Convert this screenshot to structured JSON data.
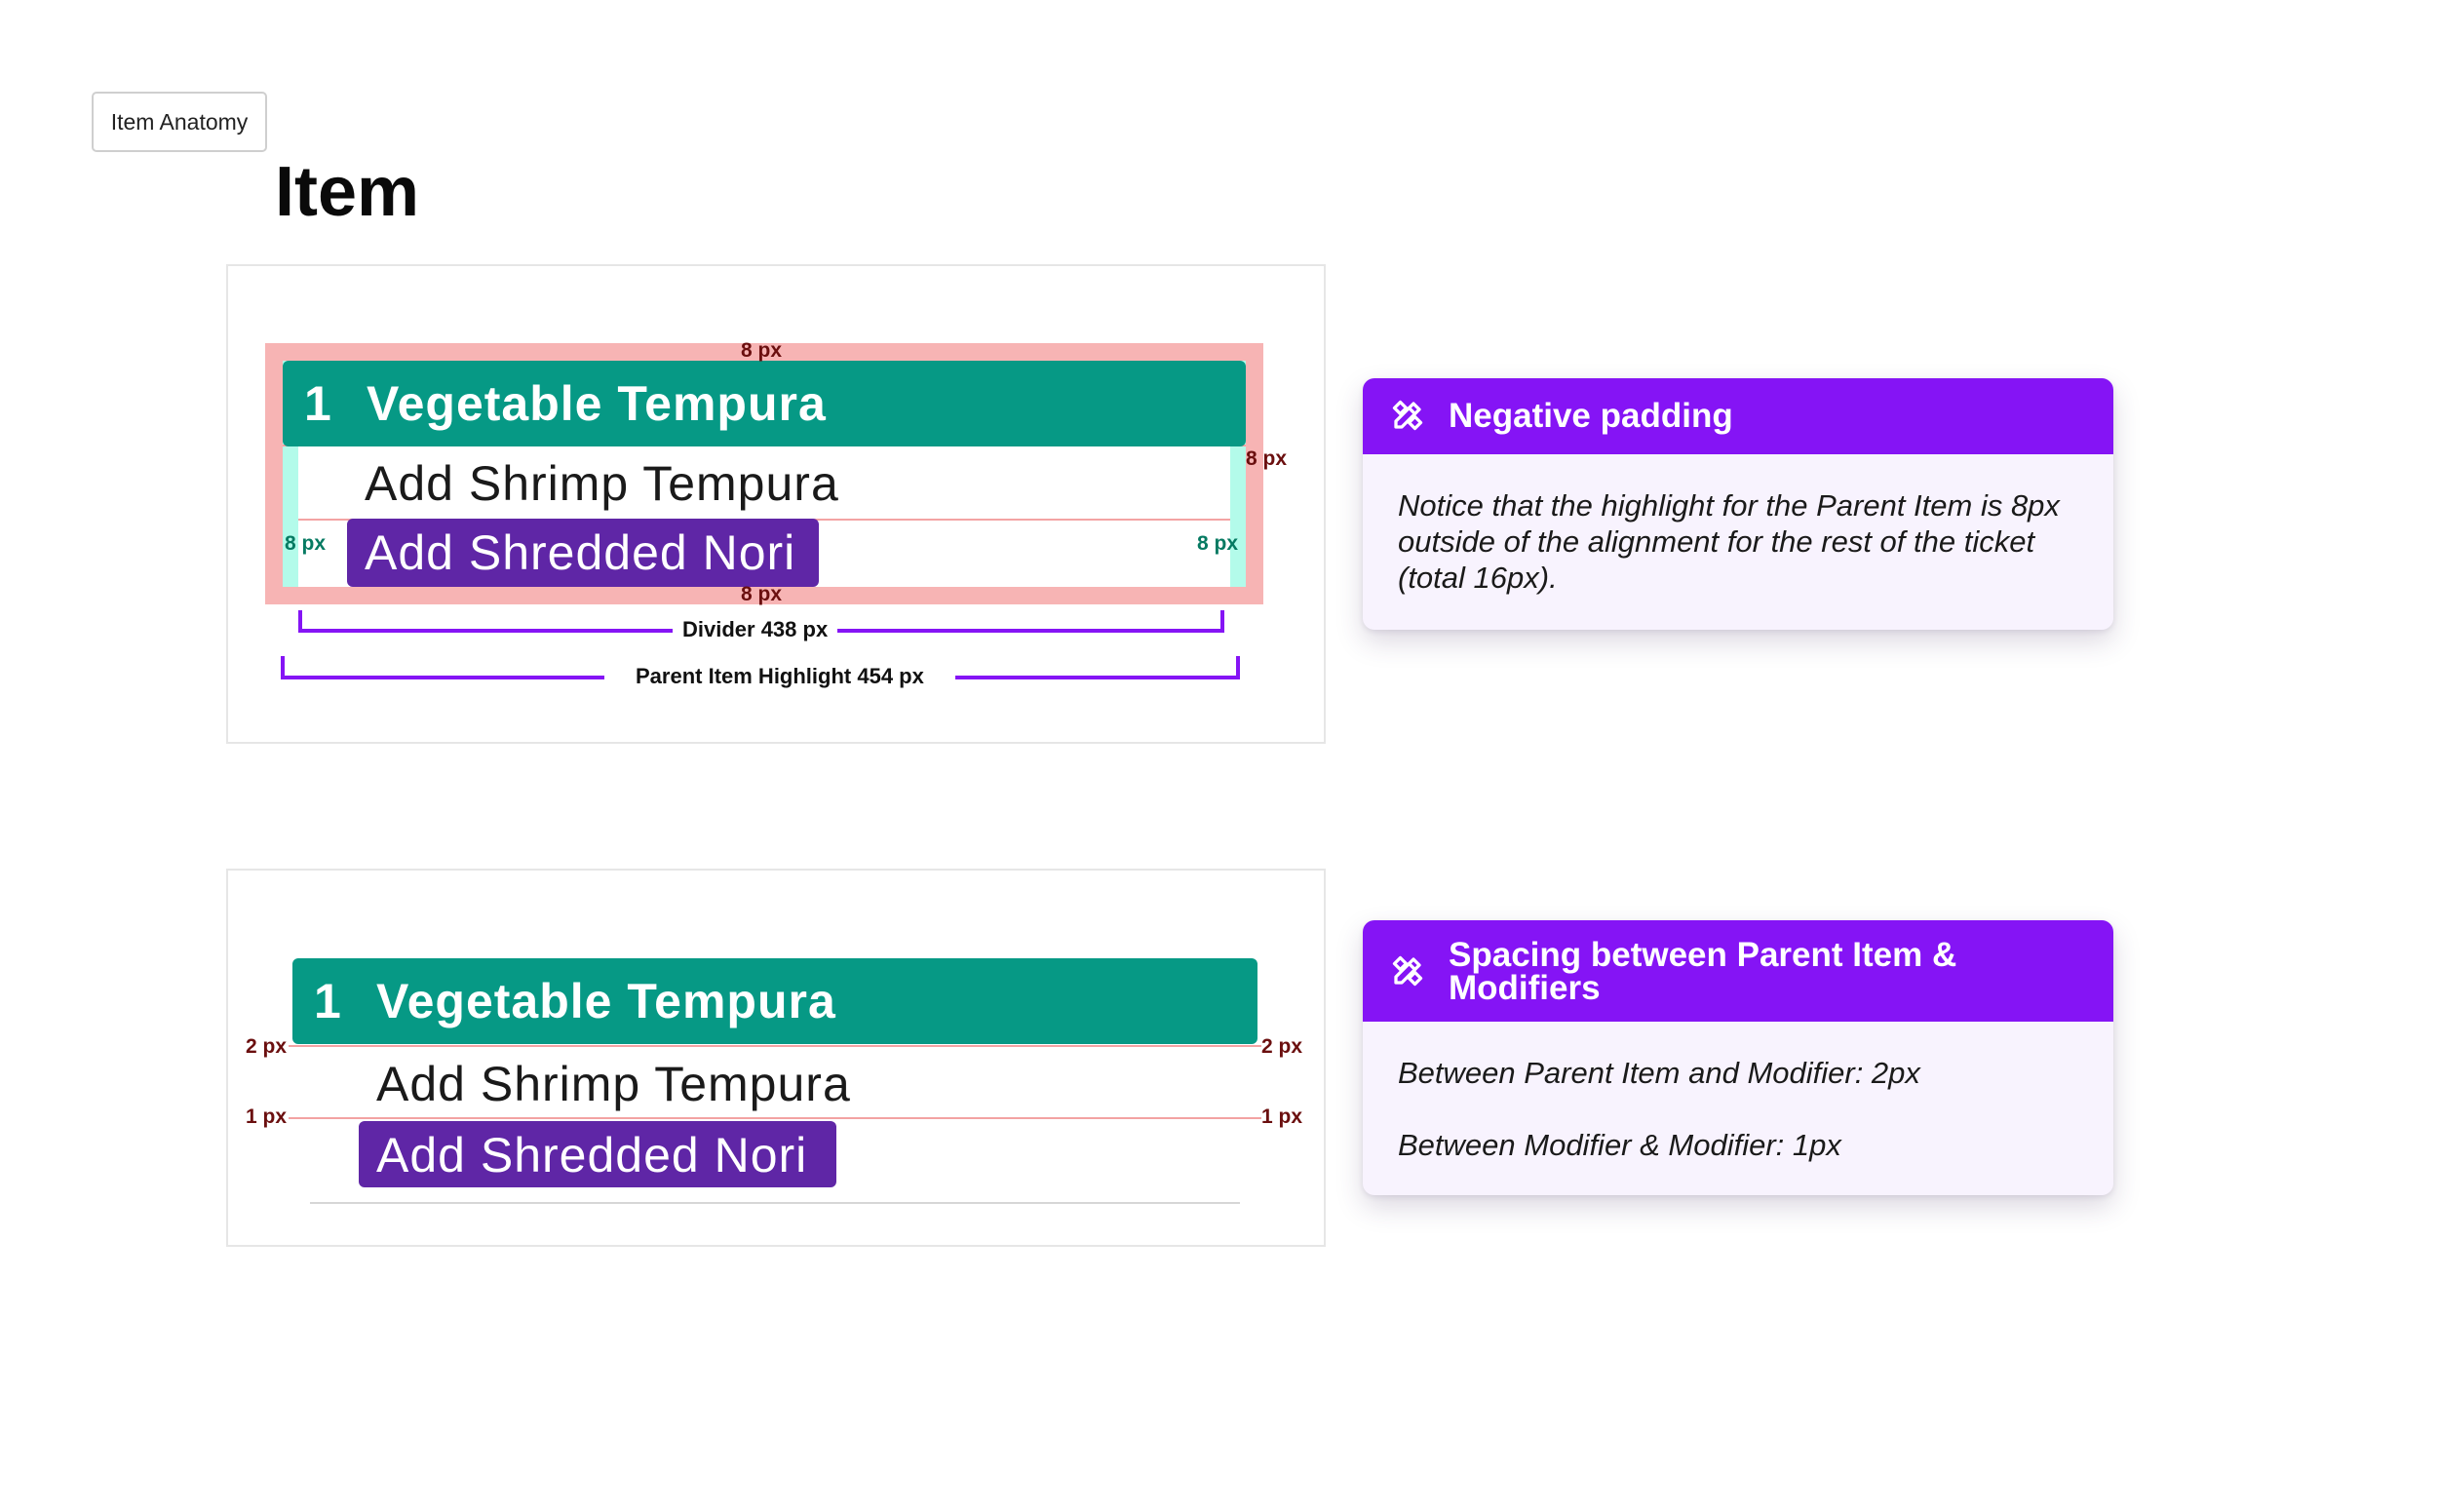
{
  "tag": "Item Anatomy",
  "page_title": "Item",
  "colors": {
    "teal": "#069985",
    "purple": "#5f26a6",
    "accent": "#8514f5",
    "red_spacing": "#f7b4b4",
    "cyan_spacing": "#b3fbea"
  },
  "diagram1": {
    "parent_qty": "1",
    "parent_name": "Vegetable Tempura",
    "modifier_1": "Add Shrimp Tempura",
    "modifier_2": "Add Shredded Nori",
    "m_top": "8 px",
    "m_bottom": "8 px",
    "m_right": "8 px",
    "m_left_inner": "8 px",
    "m_right_inner": "8 px",
    "divider_label": "Divider 438 px",
    "highlight_label": "Parent Item Highlight 454 px"
  },
  "diagram2": {
    "parent_qty": "1",
    "parent_name": "Vegetable Tempura",
    "modifier_1": "Add Shrimp Tempura",
    "modifier_2": "Add Shredded Nori",
    "left_2px": "2 px",
    "right_2px": "2 px",
    "left_1px": "1 px",
    "right_1px": "1 px"
  },
  "card1": {
    "icon": "pencil-ruler-icon",
    "title": "Negative padding",
    "body": "Notice that the highlight for the Parent Item is 8px outside of the alignment for the rest of the ticket (total 16px)."
  },
  "card2": {
    "icon": "pencil-ruler-icon",
    "title_line1": "Spacing between Parent Item &",
    "title_line2": "Modifiers",
    "body_line1": "Between Parent Item and Modifier: 2px",
    "body_line2": "Between Modifier & Modifier: 1px"
  }
}
